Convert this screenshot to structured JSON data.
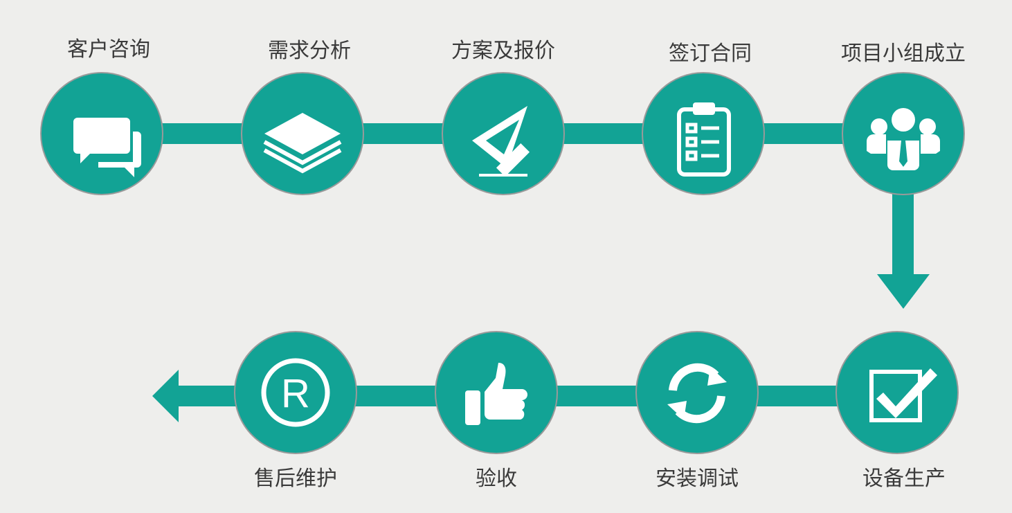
{
  "colors": {
    "accent": "#12a395",
    "background": "#eeeeec",
    "text": "#3a3a3a"
  },
  "steps_top": [
    {
      "label": "客户咨询",
      "icon": "chat-bubbles-icon"
    },
    {
      "label": "需求分析",
      "icon": "layers-icon"
    },
    {
      "label": "方案及报价",
      "icon": "ruler-pencil-icon"
    },
    {
      "label": "签订合同",
      "icon": "clipboard-checklist-icon"
    },
    {
      "label": "项目小组成立",
      "icon": "team-icon"
    }
  ],
  "steps_bottom": [
    {
      "label": "设备生产",
      "icon": "checkbox-icon"
    },
    {
      "label": "安装调试",
      "icon": "refresh-icon"
    },
    {
      "label": "验收",
      "icon": "thumbs-up-icon"
    },
    {
      "label": "售后维护",
      "icon": "registered-icon"
    }
  ]
}
